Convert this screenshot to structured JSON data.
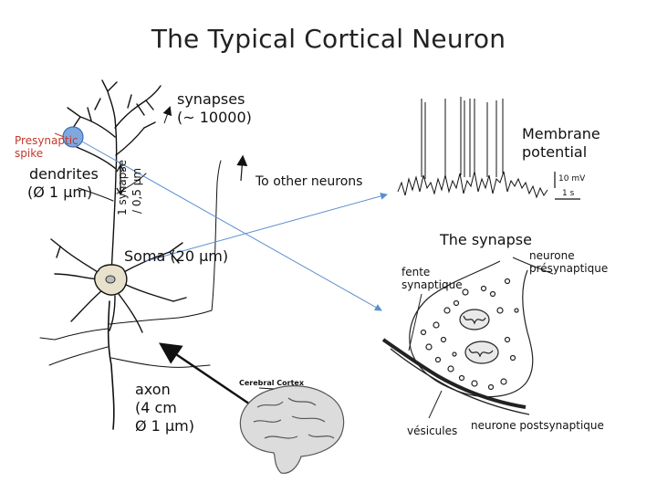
{
  "title": "The Typical Cortical Neuron",
  "labels": {
    "synapses_line1": "synapses",
    "synapses_line2": "(~ 10000)",
    "presynaptic_line1": "Presynaptic",
    "presynaptic_line2": "spike",
    "dendrites_line1": "dendrites",
    "dendrites_line2": "(Ø 1 µm)",
    "one_synapse_line1": "1 synapse",
    "one_synapse_line2": "/ 0,5 µm",
    "to_other_neurons": "To other neurons",
    "membrane_line1": "Membrane",
    "membrane_line2": "potential",
    "scale_mv": "10 mV",
    "scale_s": "1 s",
    "soma": "Soma (20 µm)",
    "the_synapse": "The synapse",
    "neurone_pre_line1": "neurone",
    "neurone_pre_line2": "présynaptique",
    "fente_line1": "fente",
    "fente_line2": "synaptique",
    "axon_line1": "axon",
    "axon_line2": "(4 cm",
    "axon_line3": "Ø 1 µm)",
    "cerebral_cortex": "Cerebral Cortex",
    "vesicules": "vésicules",
    "neurone_post": "neurone postsynaptique"
  },
  "colors": {
    "arrow_blue": "#5b8fd0",
    "presynaptic_red": "#c0392b",
    "circle_fill": "#7fa8e0"
  }
}
